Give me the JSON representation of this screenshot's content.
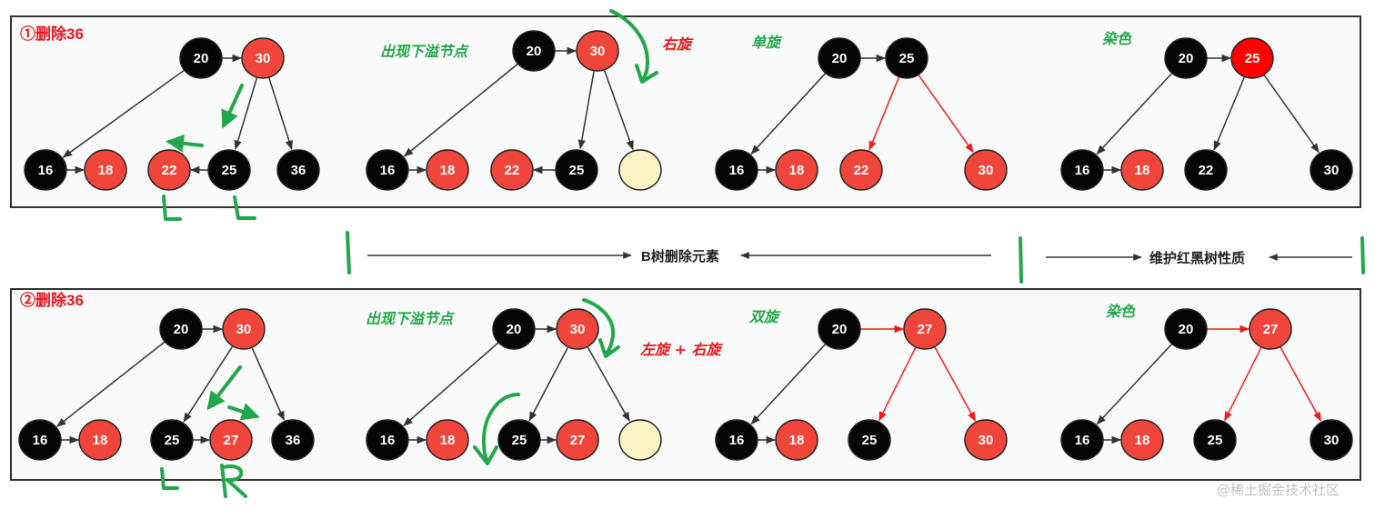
{
  "colors": {
    "red": "#f0453b",
    "bright_red": "#ff0000",
    "black": "#050505",
    "empty": "#fbf3c3",
    "green": "#22a84a",
    "red_text": "#e8161d",
    "edge_black": "#333333",
    "edge_red": "#ee1c1c"
  },
  "mid_labels": {
    "b_tree": "B树删除元素",
    "maintain": "维护红黑树性质"
  },
  "watermark": "@稀土掘金技术社区",
  "panels": [
    {
      "title": "①删除36",
      "labels": [
        {
          "id": "p1-underflow",
          "text": "出现下溢节点",
          "color": "green"
        },
        {
          "id": "p1-right-rotate",
          "text": "右旋",
          "color": "red"
        },
        {
          "id": "p1-single-rotate",
          "text": "单旋",
          "color": "green"
        },
        {
          "id": "p1-recolor",
          "text": "染色",
          "color": "green"
        }
      ],
      "trees": [
        {
          "nodes": [
            {
              "key": "20",
              "color": "black"
            },
            {
              "key": "30",
              "color": "red"
            },
            {
              "key": "16",
              "color": "black"
            },
            {
              "key": "18",
              "color": "red"
            },
            {
              "key": "22",
              "color": "red"
            },
            {
              "key": "25",
              "color": "black"
            },
            {
              "key": "36",
              "color": "black"
            }
          ]
        },
        {
          "nodes": [
            {
              "key": "20",
              "color": "black"
            },
            {
              "key": "30",
              "color": "red"
            },
            {
              "key": "16",
              "color": "black"
            },
            {
              "key": "18",
              "color": "red"
            },
            {
              "key": "22",
              "color": "red"
            },
            {
              "key": "25",
              "color": "black"
            },
            {
              "key": "",
              "color": "empty"
            }
          ]
        },
        {
          "nodes": [
            {
              "key": "20",
              "color": "black"
            },
            {
              "key": "25",
              "color": "black"
            },
            {
              "key": "16",
              "color": "black"
            },
            {
              "key": "18",
              "color": "red"
            },
            {
              "key": "22",
              "color": "red"
            },
            {
              "key": "30",
              "color": "red"
            }
          ]
        },
        {
          "nodes": [
            {
              "key": "20",
              "color": "black"
            },
            {
              "key": "25",
              "color": "bright_red"
            },
            {
              "key": "16",
              "color": "black"
            },
            {
              "key": "18",
              "color": "red"
            },
            {
              "key": "22",
              "color": "black"
            },
            {
              "key": "30",
              "color": "black"
            }
          ]
        }
      ]
    },
    {
      "title": "②删除36",
      "labels": [
        {
          "id": "p2-underflow",
          "text": "出现下溢节点",
          "color": "green"
        },
        {
          "id": "p2-lr-rotate",
          "text": "左旋 + 右旋",
          "color": "red"
        },
        {
          "id": "p2-double-rotate",
          "text": "双旋",
          "color": "green"
        },
        {
          "id": "p2-recolor",
          "text": "染色",
          "color": "green"
        }
      ],
      "trees": [
        {
          "nodes": [
            {
              "key": "20",
              "color": "black"
            },
            {
              "key": "30",
              "color": "red"
            },
            {
              "key": "16",
              "color": "black"
            },
            {
              "key": "18",
              "color": "red"
            },
            {
              "key": "25",
              "color": "black"
            },
            {
              "key": "27",
              "color": "red"
            },
            {
              "key": "36",
              "color": "black"
            }
          ]
        },
        {
          "nodes": [
            {
              "key": "20",
              "color": "black"
            },
            {
              "key": "30",
              "color": "red"
            },
            {
              "key": "16",
              "color": "black"
            },
            {
              "key": "18",
              "color": "red"
            },
            {
              "key": "25",
              "color": "black"
            },
            {
              "key": "27",
              "color": "red"
            },
            {
              "key": "",
              "color": "empty"
            }
          ]
        },
        {
          "nodes": [
            {
              "key": "20",
              "color": "black"
            },
            {
              "key": "27",
              "color": "red"
            },
            {
              "key": "16",
              "color": "black"
            },
            {
              "key": "18",
              "color": "red"
            },
            {
              "key": "25",
              "color": "black"
            },
            {
              "key": "30",
              "color": "red"
            }
          ]
        },
        {
          "nodes": [
            {
              "key": "20",
              "color": "black"
            },
            {
              "key": "27",
              "color": "red"
            },
            {
              "key": "16",
              "color": "black"
            },
            {
              "key": "18",
              "color": "red"
            },
            {
              "key": "25",
              "color": "black"
            },
            {
              "key": "30",
              "color": "black"
            }
          ]
        }
      ]
    }
  ]
}
